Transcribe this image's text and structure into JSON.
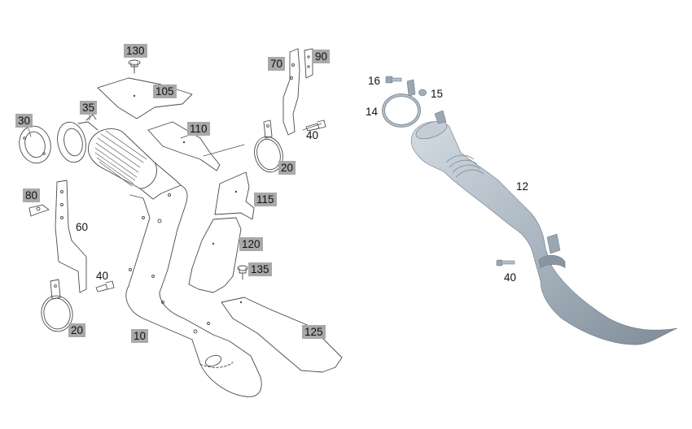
{
  "labels": {
    "l130": "130",
    "l105": "105",
    "l70": "70",
    "l90": "90",
    "l35": "35",
    "l30": "30",
    "l110": "110",
    "l40a": "40",
    "l20a": "20",
    "l80": "80",
    "l60": "60",
    "l115": "115",
    "l120": "120",
    "l40b": "40",
    "l135": "135",
    "l20b": "20",
    "l10": "10",
    "l125": "125",
    "l16": "16",
    "l15": "15",
    "l14": "14",
    "l12": "12",
    "l40c": "40"
  },
  "colors": {
    "line": "#4a4a4a",
    "label_bg": "#a9a9a9",
    "pipe_fill": "#aab6c1",
    "pipe_light": "#d3dbe2",
    "pipe_dark": "#7f8c98"
  }
}
